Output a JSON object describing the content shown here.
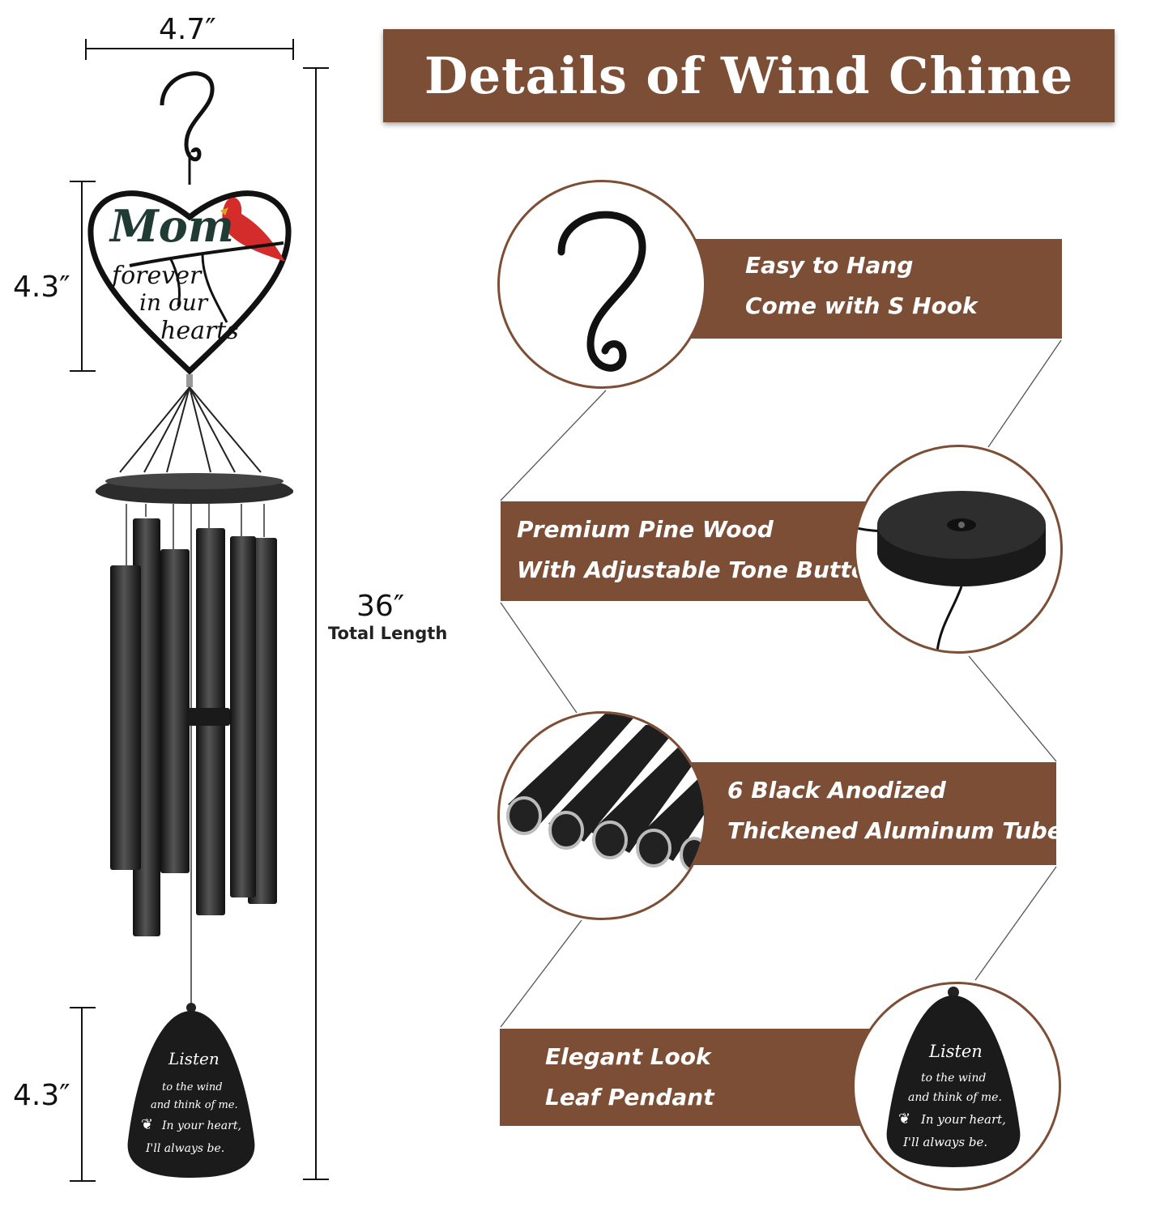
{
  "title": "Details of  Wind Chime",
  "dimensions": {
    "width": "4.7″",
    "heart_height": "4.3″",
    "total": "36″",
    "total_label": "Total Length",
    "pendant_height": "4.3″"
  },
  "heart_text": {
    "line1": "Mom",
    "line2": "forever",
    "line3": "in our",
    "line4": "hearts"
  },
  "pendant_text": {
    "line1": "Listen",
    "line2": "to the wind",
    "line3": "and think of me.",
    "line4": "In your heart,",
    "line5": "I'll always be."
  },
  "features": [
    {
      "line1": "Easy to Hang",
      "line2": "Come with S Hook",
      "icon": "s-hook-icon"
    },
    {
      "line1": "Premium Pine Wood",
      "line2": "With Adjustable Tone Button",
      "icon": "wood-top-icon"
    },
    {
      "line1": "6 Black Anodized",
      "line2": "Thickened Aluminum Tubes",
      "icon": "tubes-icon"
    },
    {
      "line1": "Elegant  Look",
      "line2": "Leaf Pendant",
      "icon": "pendant-icon"
    }
  ],
  "colors": {
    "accent": "#7d4e36",
    "metal": "#2a2a2a",
    "cardinal": "#d42b2b"
  }
}
